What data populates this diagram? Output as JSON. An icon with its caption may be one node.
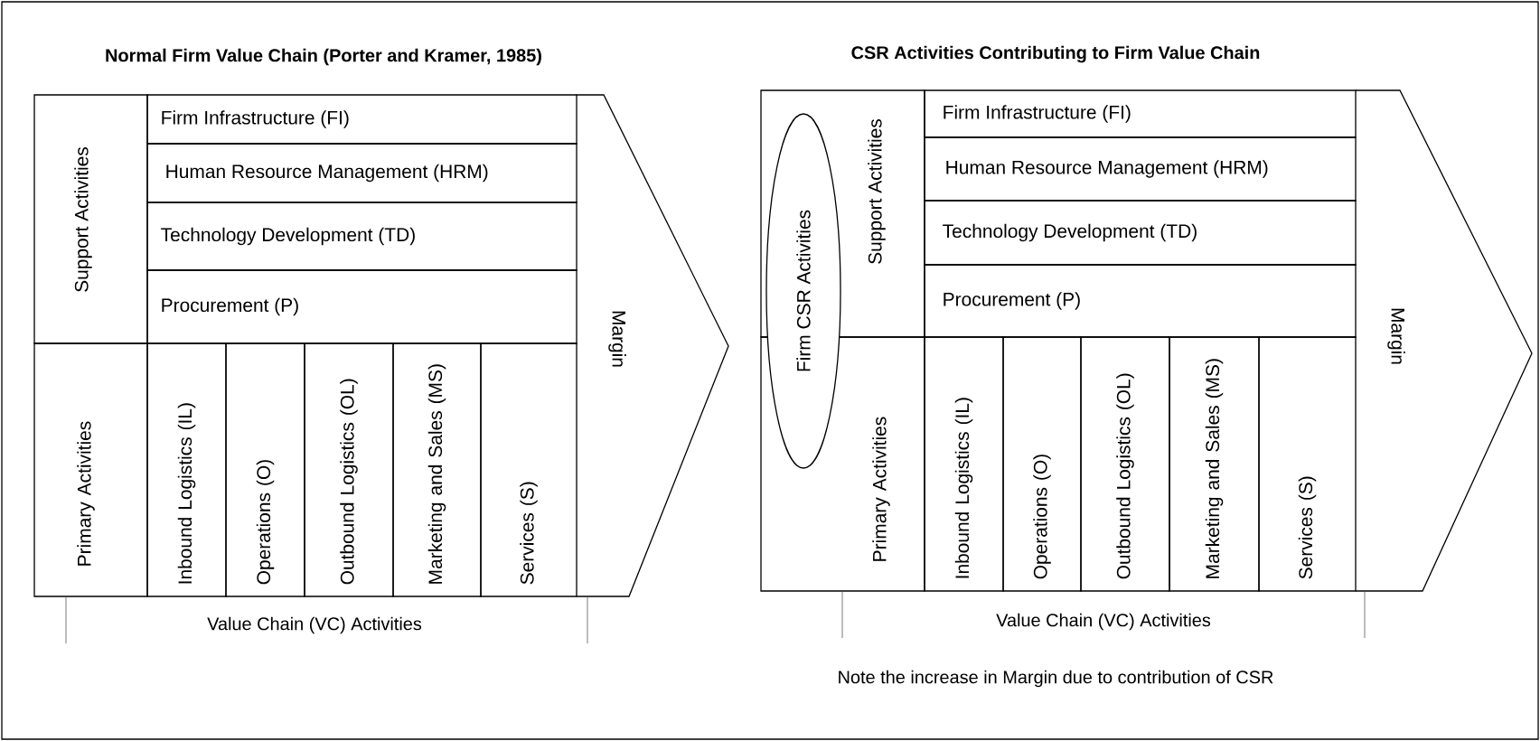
{
  "diagram": {
    "nodes": [
      {
        "text": [
          "Support Activities"
        ]
      },
      {
        "text": [
          "Firm Infrastructure (FI)"
        ]
      },
      {
        "text": [
          "Human Resource Management (HRM)"
        ]
      },
      {
        "text": [
          "Technology Development (TD)"
        ]
      },
      {
        "text": [
          "Procurement (P)"
        ]
      },
      {
        "text": [
          "Primary Activities"
        ]
      },
      {
        "text": [
          "Inbound Logistics (IL)"
        ]
      },
      {
        "text": [
          "Operations (O)"
        ]
      },
      {
        "text": [
          "Outbound  Logistics (OL)"
        ]
      },
      {
        "text": [
          "Marketing and Sales (MS)"
        ]
      },
      {
        "text": [
          "Services (S)"
        ]
      },
      {
        "text": [
          "Margin"
        ]
      },
      {
        "text": [
          "Firm CSR Activities"
        ]
      },
      {
        "text": [
          "Support Activities"
        ]
      },
      {
        "text": [
          "Firm Infrastructure (FI)"
        ]
      },
      {
        "text": [
          "Human Resource Management (HRM)"
        ]
      },
      {
        "text": [
          "Technology Development (TD)"
        ]
      },
      {
        "text": [
          "Procurement (P)"
        ]
      },
      {
        "text": [
          "Primary Activities"
        ]
      },
      {
        "text": [
          "Inbound Logistics (IL)"
        ]
      },
      {
        "text": [
          "Operations (O)"
        ]
      },
      {
        "text": [
          "Outbound  Logistics (OL)"
        ]
      },
      {
        "text": [
          "Marketing and Sales (MS)"
        ]
      },
      {
        "text": [
          "Services (S)"
        ]
      },
      {
        "text": [
          "Margin"
        ]
      }
    ],
    "labels": [
      "Normal Firm Value Chain (Porter and Kramer, 1985)",
      "CSR Activities Contributing to Firm Value Chain",
      "Value Chain (VC) Activities",
      "Value Chain (VC) Activities",
      "Note the increase in Margin due to contribution of CSR"
    ]
  }
}
